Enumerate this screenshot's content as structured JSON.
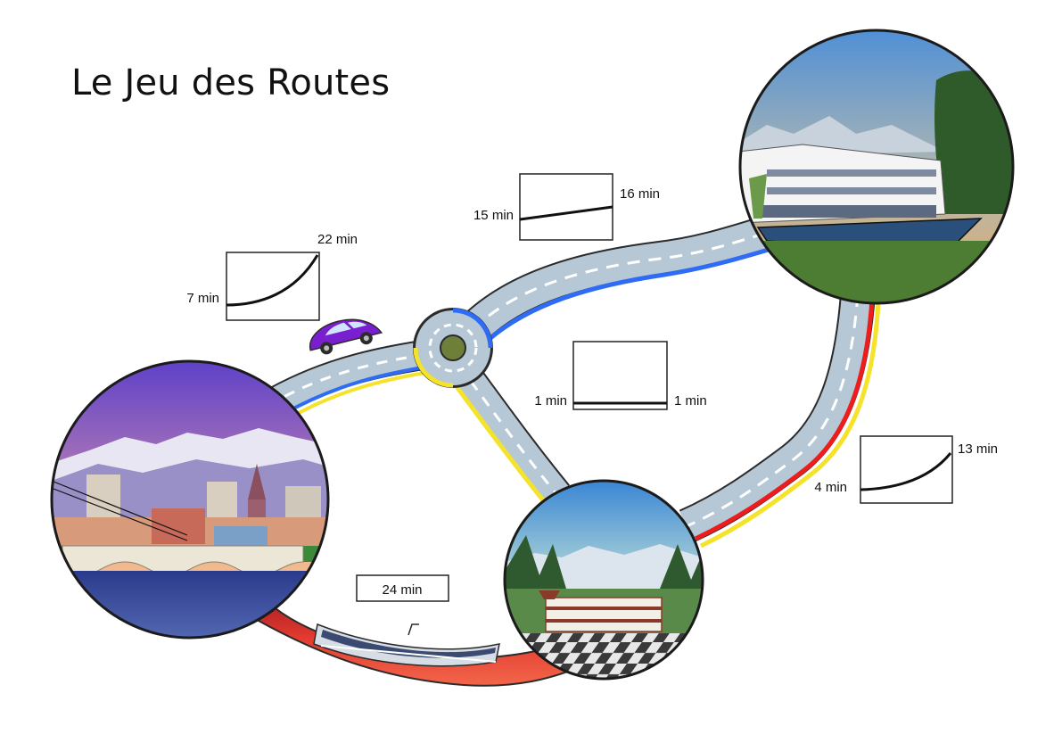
{
  "title": "Le Jeu des Routes",
  "colors": {
    "road": "#a9bfd0",
    "road_edge": "#2b2b2b",
    "blue_lane": "#2f6cf5",
    "yellow_lane": "#f4e22b",
    "red_lane": "#ee1d1d",
    "tram_track": "#c4242a",
    "car": "#7a1fcf"
  },
  "routes": {
    "city_roundabout": {
      "box_labels": {
        "left": "7 min",
        "right": "22 min"
      },
      "curve": "convex"
    },
    "roundabout_campus": {
      "box_labels": {
        "left": "15 min",
        "right": "16 min"
      },
      "curve": "linear"
    },
    "roundabout_village": {
      "box_labels": {
        "left": "1 min",
        "right": "1 min"
      },
      "curve": "flat"
    },
    "campus_village": {
      "box_labels": {
        "left": "4 min",
        "right": "13 min"
      },
      "curve": "convex"
    },
    "tram": {
      "box_labels": {
        "center": "24 min"
      }
    }
  },
  "icons": [
    "car-icon",
    "tram-icon",
    "roundabout-icon"
  ]
}
